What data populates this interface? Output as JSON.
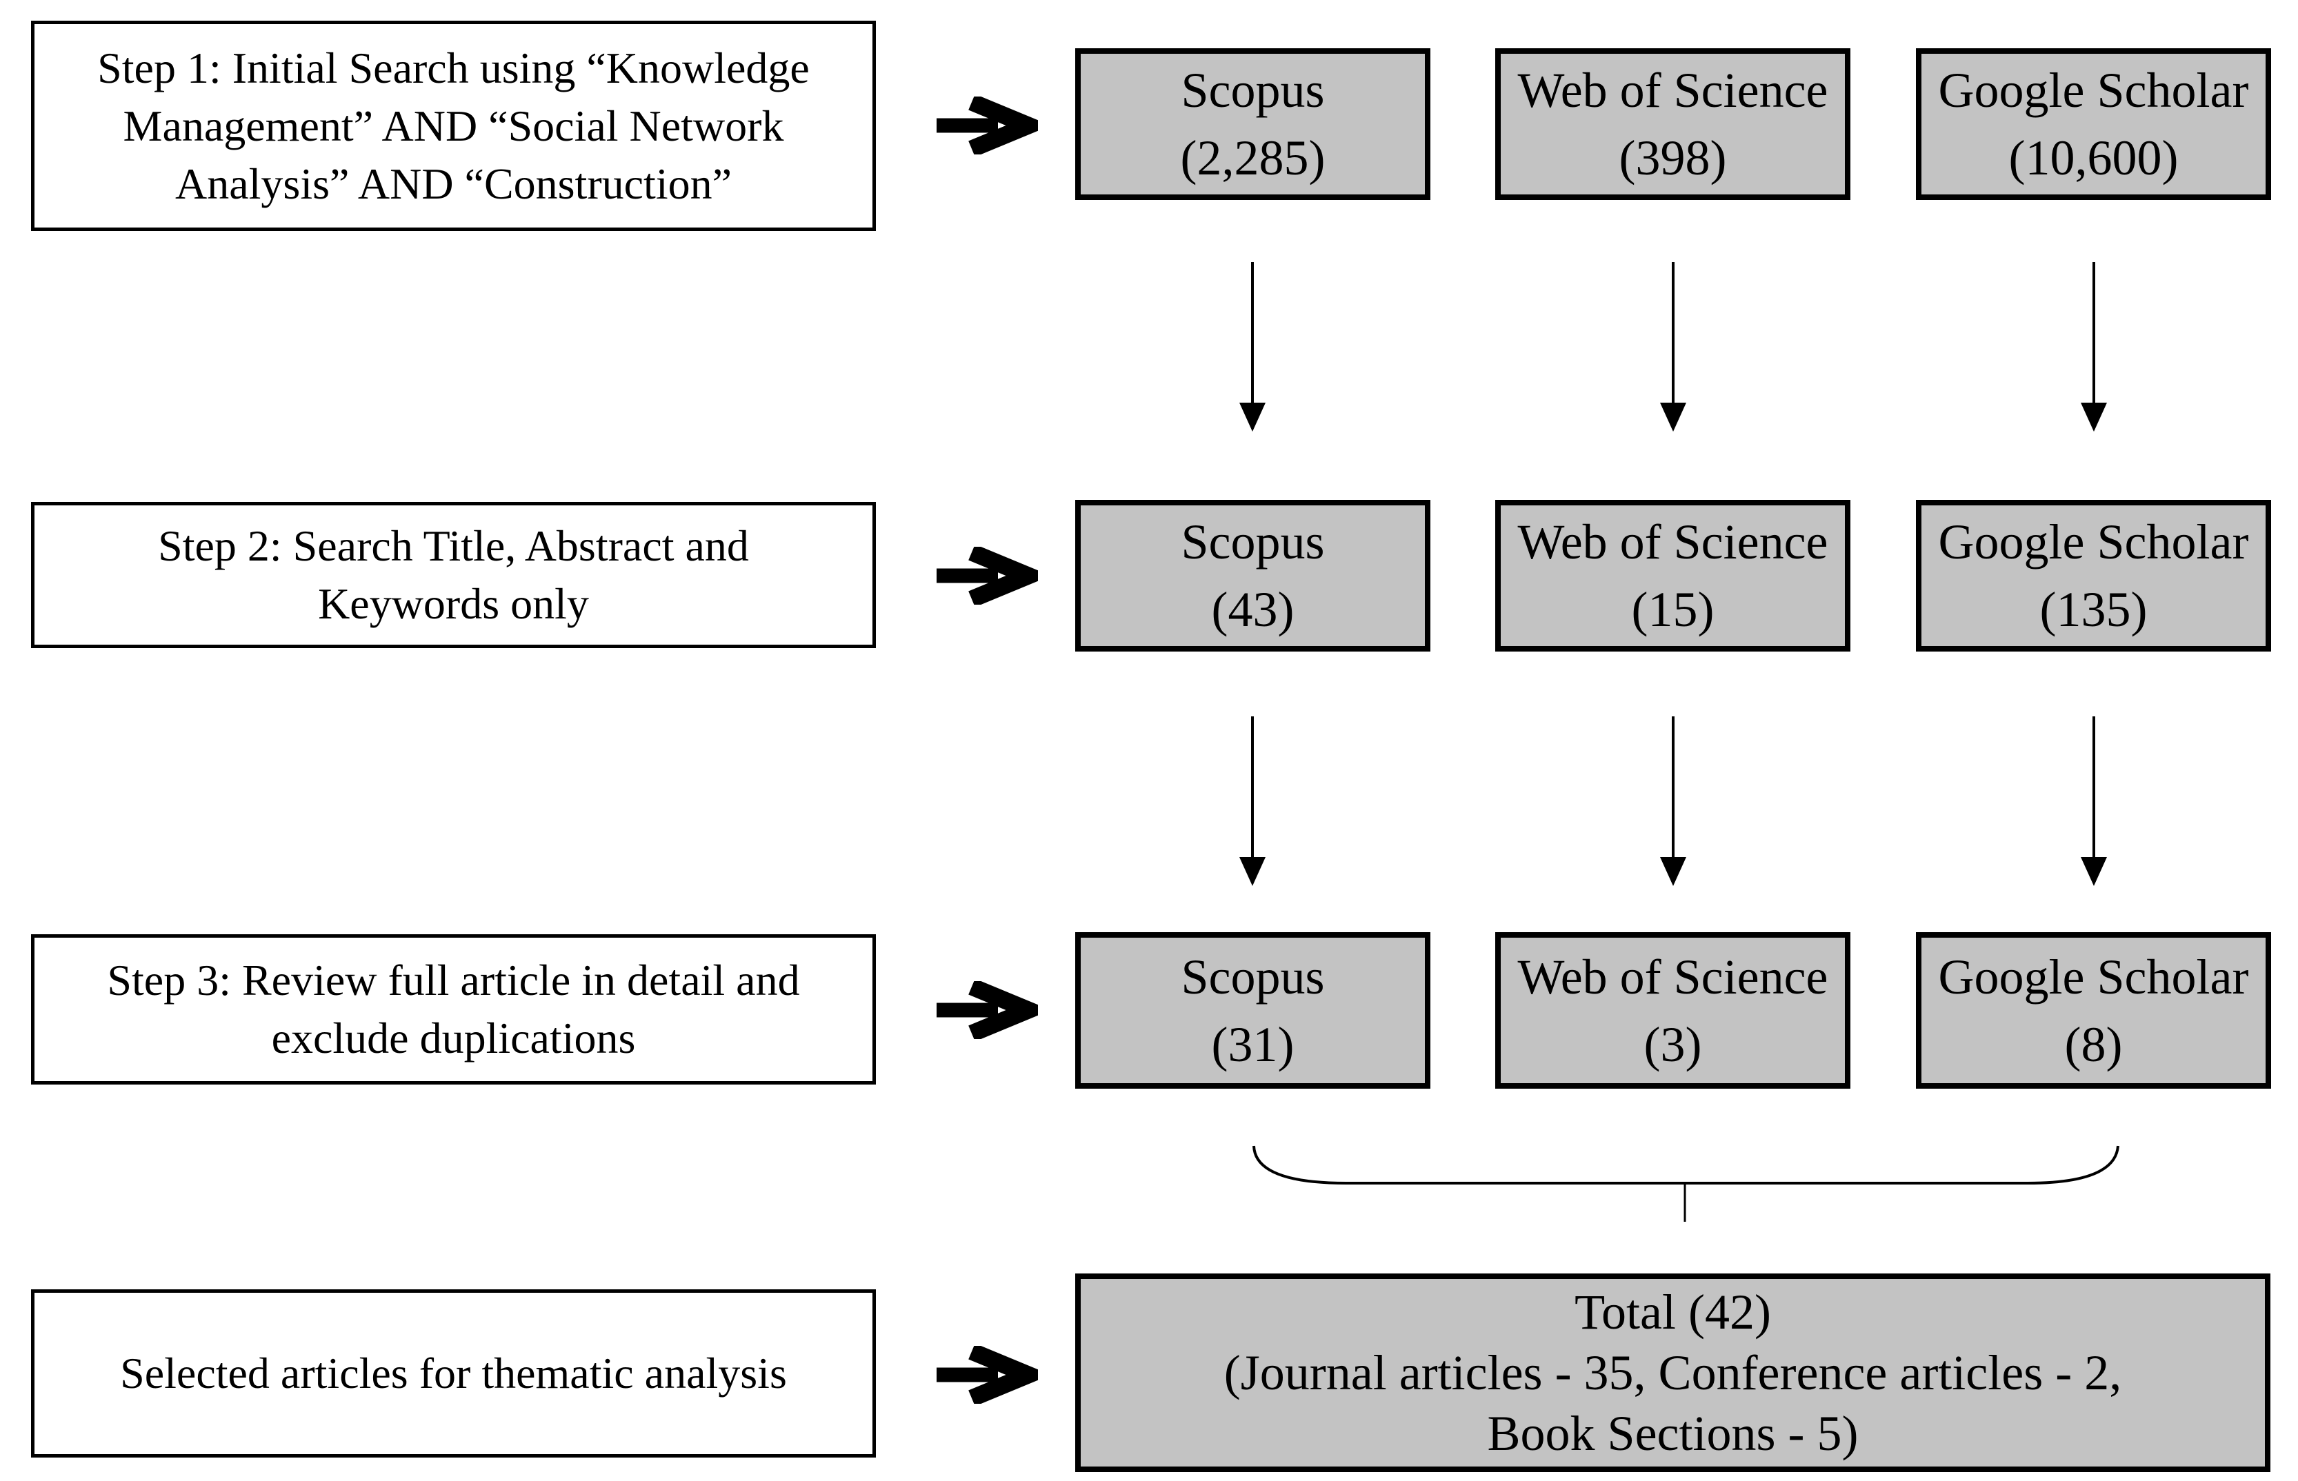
{
  "colors": {
    "background": "#ffffff",
    "box_fill": "#c3c3c3",
    "line": "#000000"
  },
  "rows": [
    {
      "step": {
        "lines": [
          "Step 1: Initial Search using “Knowledge",
          "Management” AND “Social Network",
          "Analysis” AND “Construction”"
        ]
      },
      "sources": [
        {
          "name": "Scopus",
          "count": "(2,285)"
        },
        {
          "name": "Web of Science",
          "count": "(398)"
        },
        {
          "name": "Google Scholar",
          "count": "(10,600)"
        }
      ]
    },
    {
      "step": {
        "lines": [
          "Step 2: Search Title, Abstract and",
          "Keywords only"
        ]
      },
      "sources": [
        {
          "name": "Scopus",
          "count": "(43)"
        },
        {
          "name": "Web of Science",
          "count": "(15)"
        },
        {
          "name": "Google Scholar",
          "count": "(135)"
        }
      ]
    },
    {
      "step": {
        "lines": [
          "Step 3: Review full article in detail and",
          "exclude duplications"
        ]
      },
      "sources": [
        {
          "name": "Scopus",
          "count": "(31)"
        },
        {
          "name": "Web of Science",
          "count": "(3)"
        },
        {
          "name": "Google Scholar",
          "count": "(8)"
        }
      ]
    },
    {
      "step": {
        "lines": [
          "Selected articles for thematic analysis"
        ]
      },
      "total": {
        "lines": [
          "Total (42)",
          "(Journal articles - 35, Conference articles - 2,",
          "Book Sections - 5)"
        ]
      }
    }
  ]
}
